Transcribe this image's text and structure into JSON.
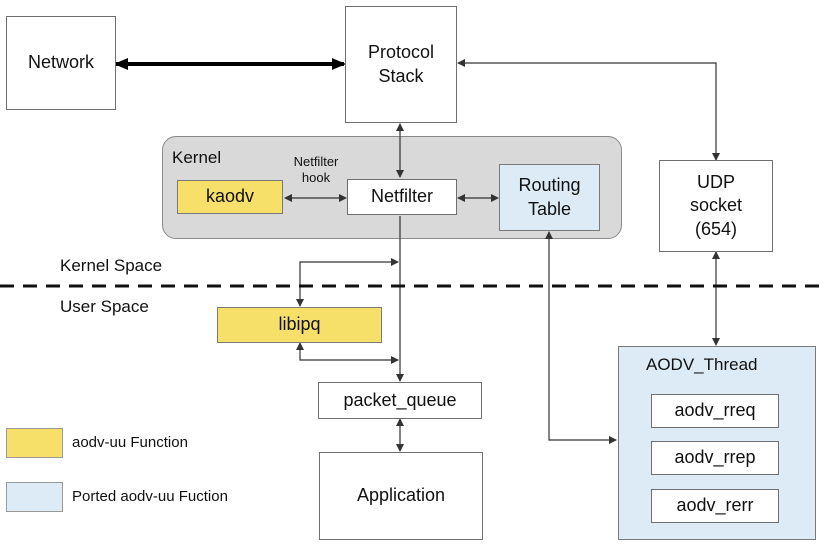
{
  "nodes": {
    "network": "Network",
    "protocol_stack": "Protocol\nStack",
    "kernel_label": "Kernel",
    "kaodv": "kaodv",
    "netfilter_hook": "Netfilter\nhook",
    "netfilter": "Netfilter",
    "routing_table": "Routing\nTable",
    "udp_socket": "UDP\nsocket\n(654)",
    "kernel_space": "Kernel Space",
    "user_space": "User Space",
    "libipq": "libipq",
    "packet_queue": "packet_queue",
    "application": "Application",
    "aodv_thread": "AODV_Thread",
    "aodv_rreq": "aodv_rreq",
    "aodv_rrep": "aodv_rrep",
    "aodv_rerr": "aodv_rerr"
  },
  "legend": [
    {
      "label": "aodv-uu Function",
      "color": "#f7e06a"
    },
    {
      "label": "Ported aodv-uu Fuction",
      "color": "#dcebf5"
    }
  ]
}
